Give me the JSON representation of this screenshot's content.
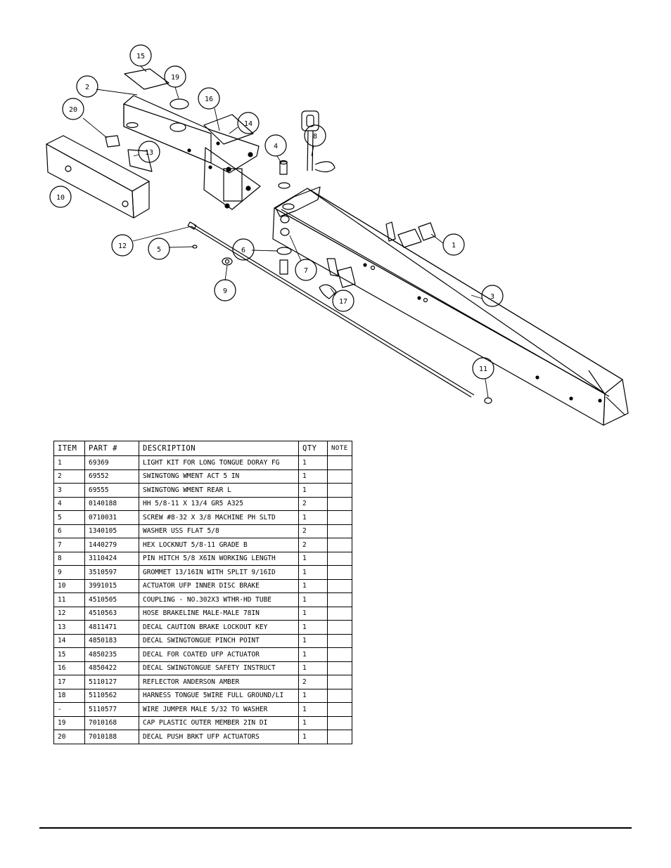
{
  "callouts": [
    "15",
    "19",
    "2",
    "16",
    "14",
    "20",
    "13",
    "4",
    "8",
    "10",
    "12",
    "5",
    "6",
    "7",
    "1",
    "9",
    "17",
    "3",
    "11"
  ],
  "table": {
    "headers": [
      "ITEM",
      "PART #",
      "DESCRIPTION",
      "QTY",
      "NOTE"
    ],
    "rows": [
      [
        "1",
        "69369",
        "LIGHT KIT FOR LONG TONGUE DORAY FG",
        "1",
        ""
      ],
      [
        "2",
        "69552",
        "SWINGTONG WMENT ACT 5 IN",
        "1",
        ""
      ],
      [
        "3",
        "69555",
        "SWINGTONG WMENT REAR L",
        "1",
        ""
      ],
      [
        "4",
        "0140188",
        "HH 5/8-11 X 13/4  GR5 A325",
        "2",
        ""
      ],
      [
        "5",
        "0710031",
        "SCREW #8-32 X 3/8 MACHINE PH SLTD",
        "1",
        ""
      ],
      [
        "6",
        "1340105",
        "WASHER USS FLAT 5/8",
        "2",
        ""
      ],
      [
        "7",
        "1440279",
        "HEX LOCKNUT 5/8-11 GRADE B",
        "2",
        ""
      ],
      [
        "8",
        "3110424",
        "PIN HITCH 5/8 X6IN WORKING LENGTH",
        "1",
        ""
      ],
      [
        "9",
        "3510597",
        "GROMMET 13/16IN  WITH SPLIT 9/16ID",
        "1",
        ""
      ],
      [
        "10",
        "3991015",
        "ACTUATOR UFP INNER  DISC BRAKE",
        "1",
        ""
      ],
      [
        "11",
        "4510505",
        "COUPLING - NO.302X3 WTHR-HD TUBE",
        "1",
        ""
      ],
      [
        "12",
        "4510563",
        "HOSE BRAKELINE MALE-MALE 78IN",
        "1",
        ""
      ],
      [
        "13",
        "4811471",
        "DECAL CAUTION BRAKE LOCKOUT KEY",
        "1",
        ""
      ],
      [
        "14",
        "4850183",
        "DECAL SWINGTONGUE PINCH POINT",
        "1",
        ""
      ],
      [
        "15",
        "4850235",
        "DECAL FOR COATED UFP ACTUATOR",
        "1",
        ""
      ],
      [
        "16",
        "4850422",
        "DECAL SWINGTONGUE SAFETY INSTRUCT",
        "1",
        ""
      ],
      [
        "17",
        "5110127",
        "REFLECTOR ANDERSON AMBER",
        "2",
        ""
      ],
      [
        "18",
        "5110562",
        "HARNESS TONGUE 5WIRE FULL GROUND/LI",
        "1",
        ""
      ],
      [
        "-",
        "5110577",
        "WIRE JUMPER MALE 5/32 TO WASHER",
        "1",
        ""
      ],
      [
        "19",
        "7010168",
        "CAP  PLASTIC OUTER MEMBER 2IN DI",
        "1",
        ""
      ],
      [
        "20",
        "7010188",
        "DECAL PUSH BRKT UFP ACTUATORS",
        "1",
        ""
      ]
    ]
  }
}
